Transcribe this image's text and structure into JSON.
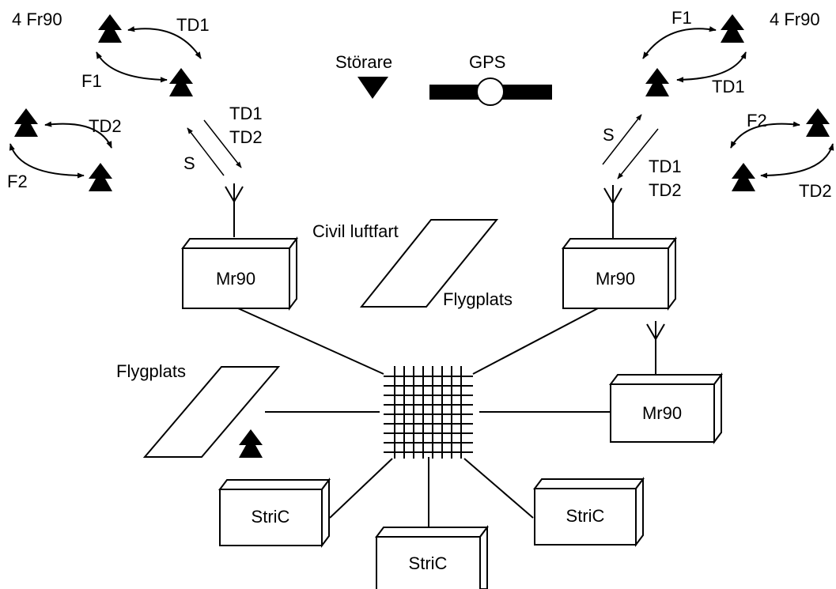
{
  "colors": {
    "ink": "#000000",
    "background": "#ffffff"
  },
  "labels": {
    "group_tl": "4 Fr90",
    "group_tr": "4 Fr90",
    "storare": "Störare",
    "gps": "GPS",
    "civil_luftfart": "Civil luftfart",
    "flygplats_center": "Flygplats",
    "flygplats_left": "Flygplats",
    "mr90_left": "Mr90",
    "mr90_right": "Mr90",
    "mr90_lower": "Mr90",
    "stric_left": "StriC",
    "stric_center": "StriC",
    "stric_right": "StriC",
    "tl_td1": "TD1",
    "tl_f1": "F1",
    "tl_td2": "TD2",
    "tl_f2": "F2",
    "tl_link_td1": "TD1",
    "tl_link_td2": "TD2",
    "tl_link_s": "S",
    "tr_f1": "F1",
    "tr_td1": "TD1",
    "tr_f2": "F2",
    "tr_td2": "TD2",
    "tr_link_s": "S",
    "tr_link_td1": "TD1",
    "tr_link_td2": "TD2"
  },
  "icons": {
    "aircraft": "aircraft-icon",
    "jammer": "jammer-triangle-icon",
    "satellite": "gps-satellite-icon",
    "antenna": "antenna-icon",
    "switch_grid": "network-grid-icon",
    "runway": "runway-icon"
  }
}
